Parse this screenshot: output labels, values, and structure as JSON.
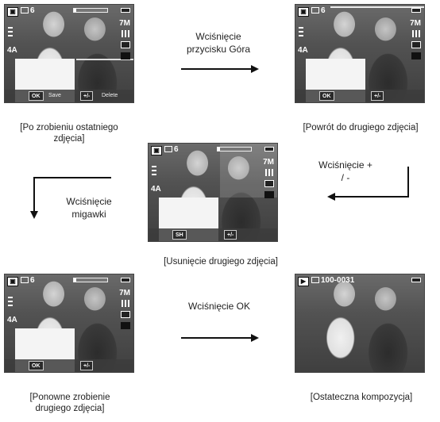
{
  "steps": {
    "s1": "Wciśnięcie przycisku Góra",
    "s2": "Wciśnięcie + / -",
    "s3": "Wciśnięcie migawki",
    "s4": "Wciśnięcie OK"
  },
  "captions": {
    "c1": "[Po zrobieniu ostatniego zdjęcia]",
    "c2": "[Powrót do drugiego zdjęcia]",
    "c3": "[Usunięcie drugiego zdjęcia]",
    "c4": "[Ponowne zrobienie drugiego zdjęcia]",
    "c5": "[Ostateczna kompozycja]"
  },
  "screens": {
    "count": "6",
    "resolution": "7M",
    "flash": "4A",
    "ok": "OK",
    "save": "Save",
    "plusminus": "+/-",
    "delete": "Delete",
    "sh": "SH",
    "file_number": "100-0031"
  },
  "colors": {
    "screen": "#5a5a5a",
    "arrow": "#111111"
  }
}
